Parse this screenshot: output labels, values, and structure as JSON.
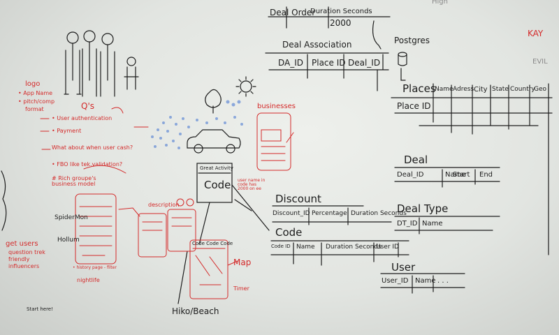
{
  "top": {
    "high": "High",
    "kay": "KAY",
    "evil": "EVIL"
  },
  "erd": {
    "deal_order": "Deal Order",
    "duration_seconds": "Duration Seconds",
    "duration_value": "2000",
    "deal_association": "Deal Association",
    "da_id": "DA_ID",
    "place_id": "Place ID",
    "deal_id": "Deal_ID",
    "postgres": "Postgres",
    "places": "Places",
    "places_cols": [
      "Name",
      "Adress",
      "City",
      "State",
      "Country",
      "Geo"
    ],
    "places_row": "Place ID",
    "deal": "Deal",
    "deal_cols": [
      "Deal_ID",
      "Name",
      "Start",
      "End"
    ],
    "deal_type": "Deal Type",
    "deal_type_cols": [
      "DT_ID",
      "Name"
    ],
    "discount": "Discount",
    "discount_cols": [
      "Discount_ID",
      "Percentage",
      "Duration Seconds"
    ],
    "code": "Code",
    "code_cols": [
      "Code ID",
      "Name",
      "Duration Seconds",
      "User ID"
    ],
    "user": "User",
    "user_cols": [
      "User_ID",
      "Name",
      ". . ."
    ]
  },
  "sketch": {
    "code_box_title": "Great Activity",
    "code_box_label": "Code",
    "hiko": "Hiko/Beach",
    "code_code_code": "Code Code Code",
    "map": "Map",
    "timer": "Timer",
    "spidermon": "SpiderMon",
    "hollum": "Hollum"
  },
  "notes": {
    "logo": "logo",
    "app_name": "• App Name",
    "pitch": "• pitch/comp",
    "formal": "format",
    "q": "Q's",
    "user_auth": "• User authentication",
    "payment": "• Payment",
    "what_about": "What about when user cash?",
    "fbo": "• FBO like tek.validation?",
    "rich": "# Rich groupe's business model",
    "get_users": "get users",
    "question_trek": "question trek",
    "friendly": "friendly",
    "influencers": "influencers",
    "businesses": "businesses",
    "history": "• history page - filter",
    "nightlife": "nightlife",
    "description": "description",
    "receive_code": "user name in code has 2000 on ee",
    "start_here": "Start here!"
  },
  "colors": {
    "board": "#e8ebe7",
    "marker_black": "#1c1c1c",
    "marker_red": "#d42a2a",
    "marker_blue": "#3c6fd0"
  }
}
